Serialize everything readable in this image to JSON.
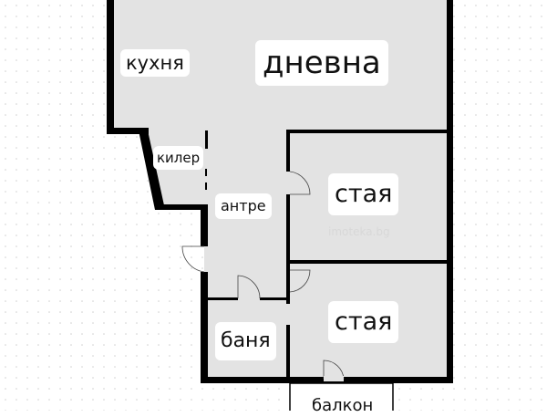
{
  "rooms": {
    "kitchen": "кухня",
    "living": "дневна",
    "pantry": "килер",
    "hall": "антре",
    "room1": "стая",
    "room2": "стая",
    "bathroom": "баня",
    "balcony": "балкон"
  },
  "watermark": "imoteka.bg",
  "colors": {
    "floor": "#e3e3e3",
    "wall": "#000000",
    "background": "#ffffff"
  }
}
